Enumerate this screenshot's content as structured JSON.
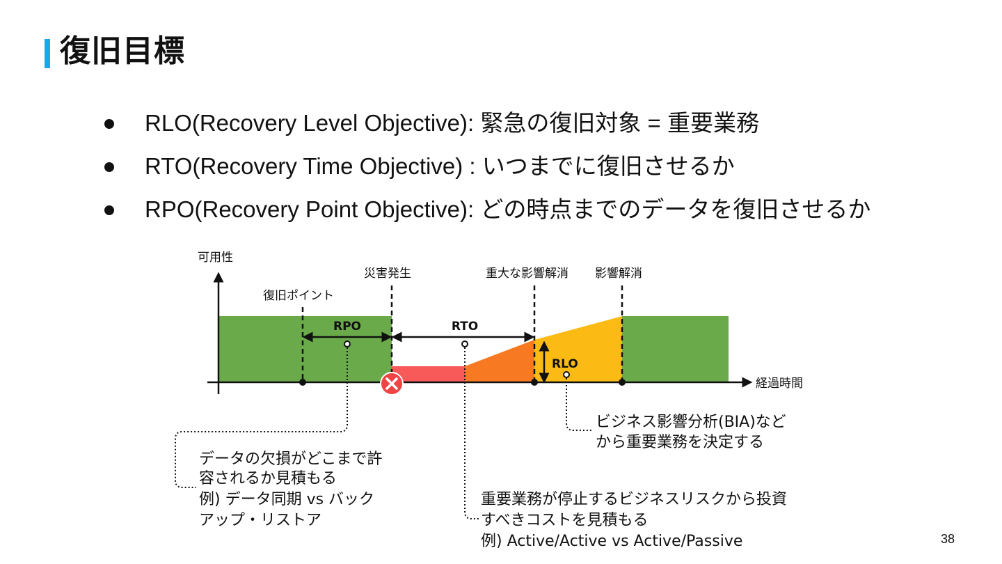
{
  "slide": {
    "title": "復旧目標",
    "page_number": "38"
  },
  "bullets": [
    {
      "text": "RLO(Recovery Level Objective): 緊急の復旧対象 = 重要業務"
    },
    {
      "text": "RTO(Recovery Time Objective) : いつまでに復旧させるか"
    },
    {
      "text": "RPO(Recovery Point Objective): どの時点までのデータを復旧させるか"
    }
  ],
  "diagram": {
    "y_axis_label": "可用性",
    "x_axis_label": "経過時間",
    "events": {
      "recovery_point": "復旧ポイント",
      "disaster": "災害発生",
      "major_impact_resolved": "重大な影響解消",
      "impact_resolved": "影響解消"
    },
    "spans": {
      "rpo": "RPO",
      "rto": "RTO",
      "rlo": "RLO"
    },
    "notes": {
      "rpo_note": [
        "データの欠損がどこまで許",
        "容されるか見積もる",
        "例) データ同期 vs バック",
        "アップ・リストア"
      ],
      "rto_note": [
        "重要業務が停止するビジネスリスクから投資",
        "すべきコストを見積もる",
        "例) Active/Active vs Active/Passive"
      ],
      "rlo_note": [
        "ビジネス影響分析(BIA)など",
        "から重要業務を決定する"
      ]
    },
    "colors": {
      "normal": "#6aaa4a",
      "outage": "#f85a5a",
      "recovering": "#f77a22",
      "partial": "#fbbb14",
      "disaster_marker": "#ef4444"
    }
  }
}
